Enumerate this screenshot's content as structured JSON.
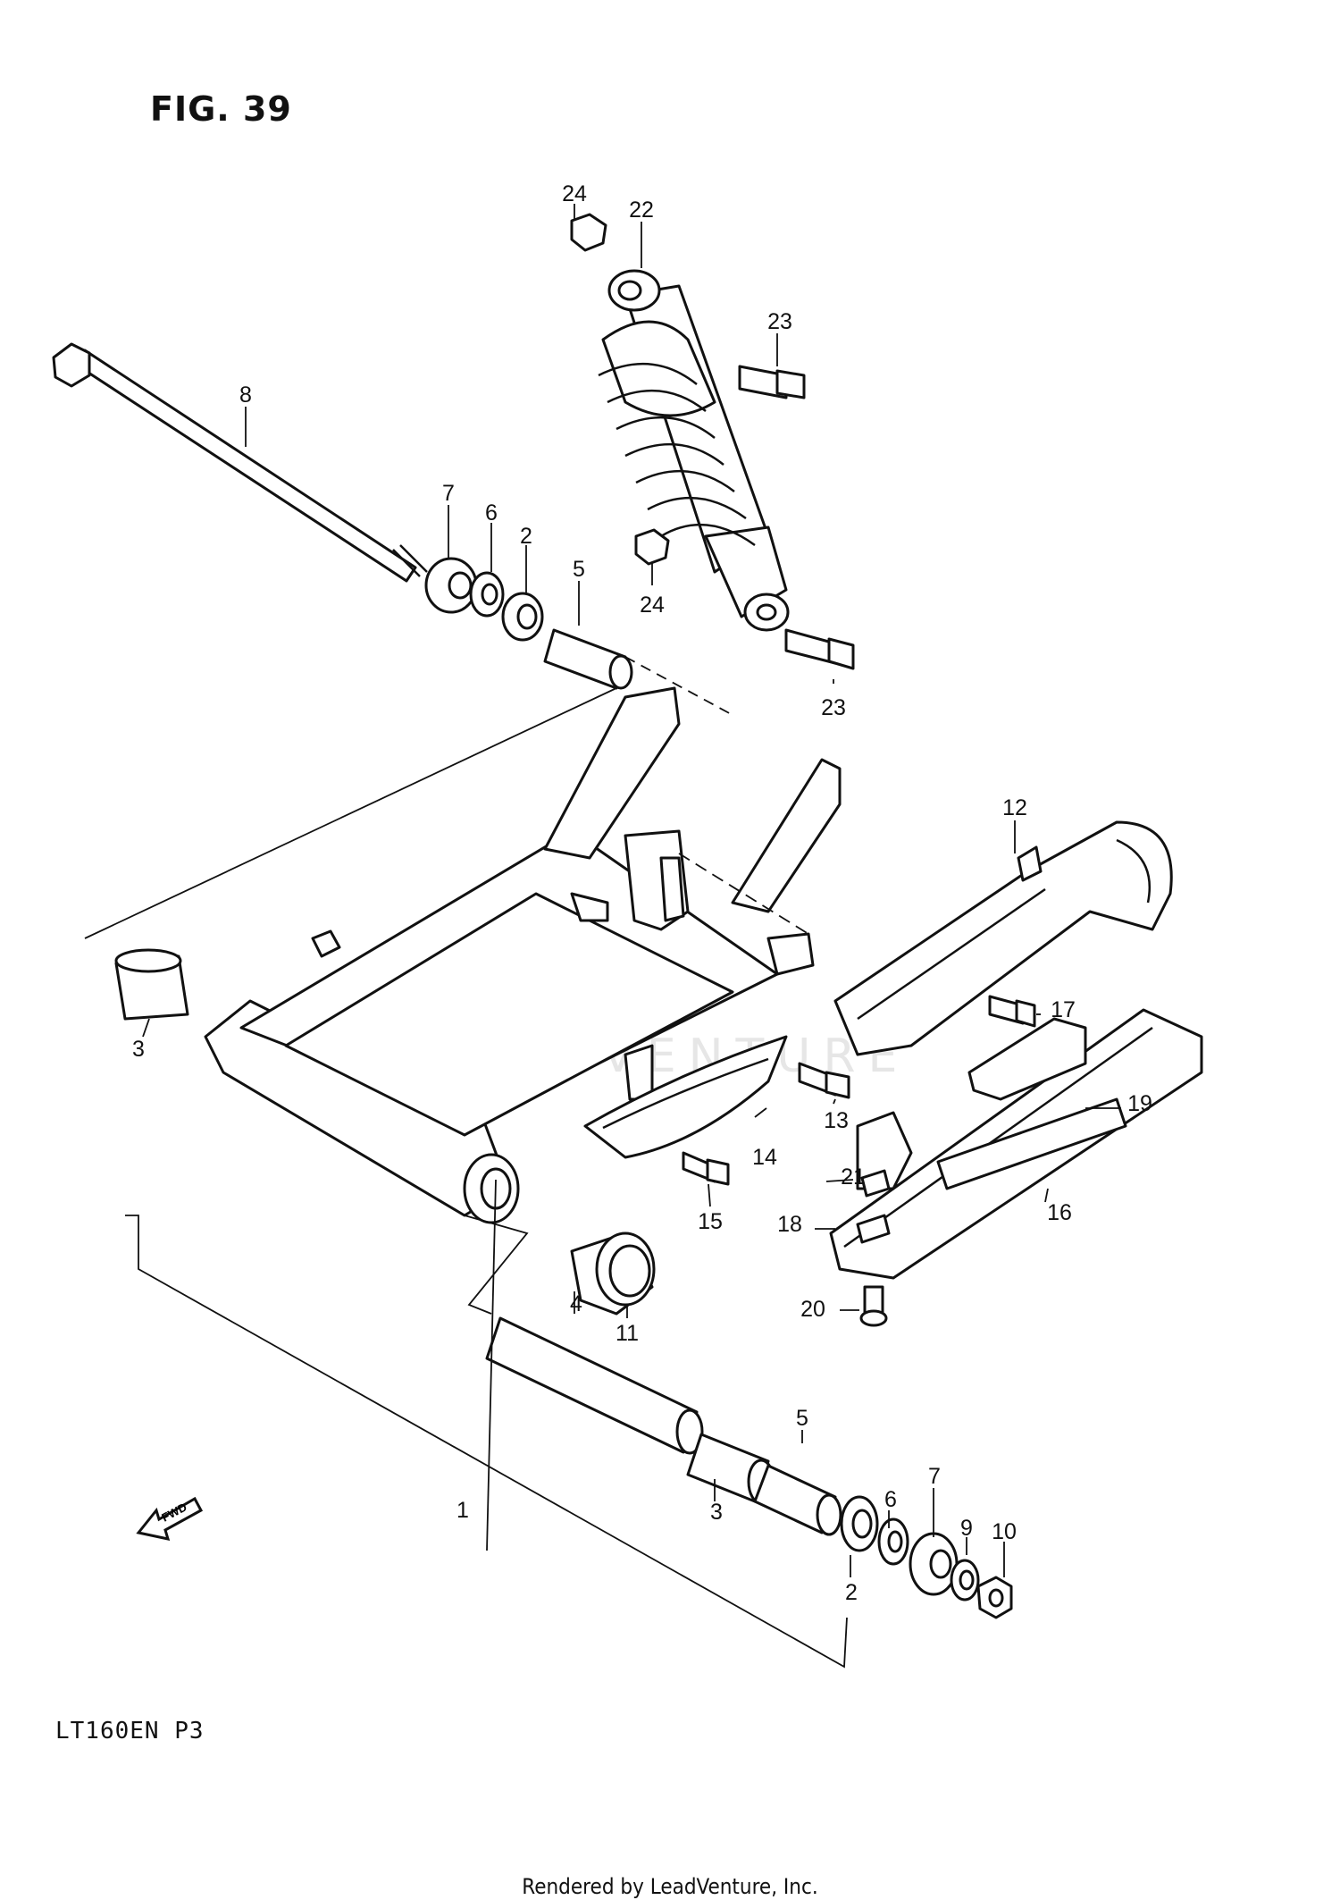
{
  "figure": {
    "title": "FIG. 39",
    "model_code": "LT160EN P3",
    "footer": "Rendered by LeadVenture, Inc.",
    "watermark": "LEADVENTURE",
    "fwd_label": "FWD"
  },
  "callouts": [
    {
      "id": "1",
      "label": "1"
    },
    {
      "id": "2a",
      "label": "2"
    },
    {
      "id": "2b",
      "label": "2"
    },
    {
      "id": "3a",
      "label": "3"
    },
    {
      "id": "3b",
      "label": "3"
    },
    {
      "id": "4",
      "label": "4"
    },
    {
      "id": "5a",
      "label": "5"
    },
    {
      "id": "5b",
      "label": "5"
    },
    {
      "id": "6a",
      "label": "6"
    },
    {
      "id": "6b",
      "label": "6"
    },
    {
      "id": "7a",
      "label": "7"
    },
    {
      "id": "7b",
      "label": "7"
    },
    {
      "id": "8",
      "label": "8"
    },
    {
      "id": "9",
      "label": "9"
    },
    {
      "id": "10",
      "label": "10"
    },
    {
      "id": "11",
      "label": "11"
    },
    {
      "id": "12",
      "label": "12"
    },
    {
      "id": "13",
      "label": "13"
    },
    {
      "id": "14",
      "label": "14"
    },
    {
      "id": "15",
      "label": "15"
    },
    {
      "id": "16",
      "label": "16"
    },
    {
      "id": "17",
      "label": "17"
    },
    {
      "id": "18",
      "label": "18"
    },
    {
      "id": "19",
      "label": "19"
    },
    {
      "id": "20",
      "label": "20"
    },
    {
      "id": "21",
      "label": "21"
    },
    {
      "id": "22",
      "label": "22"
    },
    {
      "id": "23a",
      "label": "23"
    },
    {
      "id": "23b",
      "label": "23"
    },
    {
      "id": "24a",
      "label": "24"
    },
    {
      "id": "24b",
      "label": "24"
    }
  ]
}
